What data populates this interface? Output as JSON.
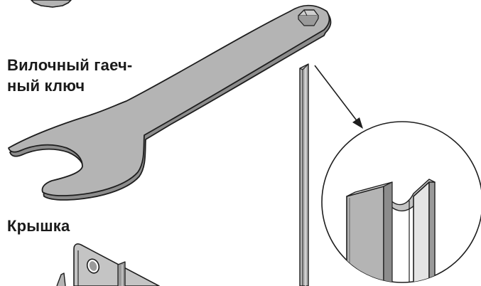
{
  "labels": {
    "wrench_line1": "Вилочный гаеч-",
    "wrench_line2": "ный ключ",
    "lid": "Крышка"
  },
  "colors": {
    "part_fill": "#b4b4b4",
    "part_light": "#dcdcdc",
    "part_dark": "#8c8c8c",
    "outline": "#1e1e1e",
    "text": "#1a1a1a",
    "background": "#ffffff"
  }
}
